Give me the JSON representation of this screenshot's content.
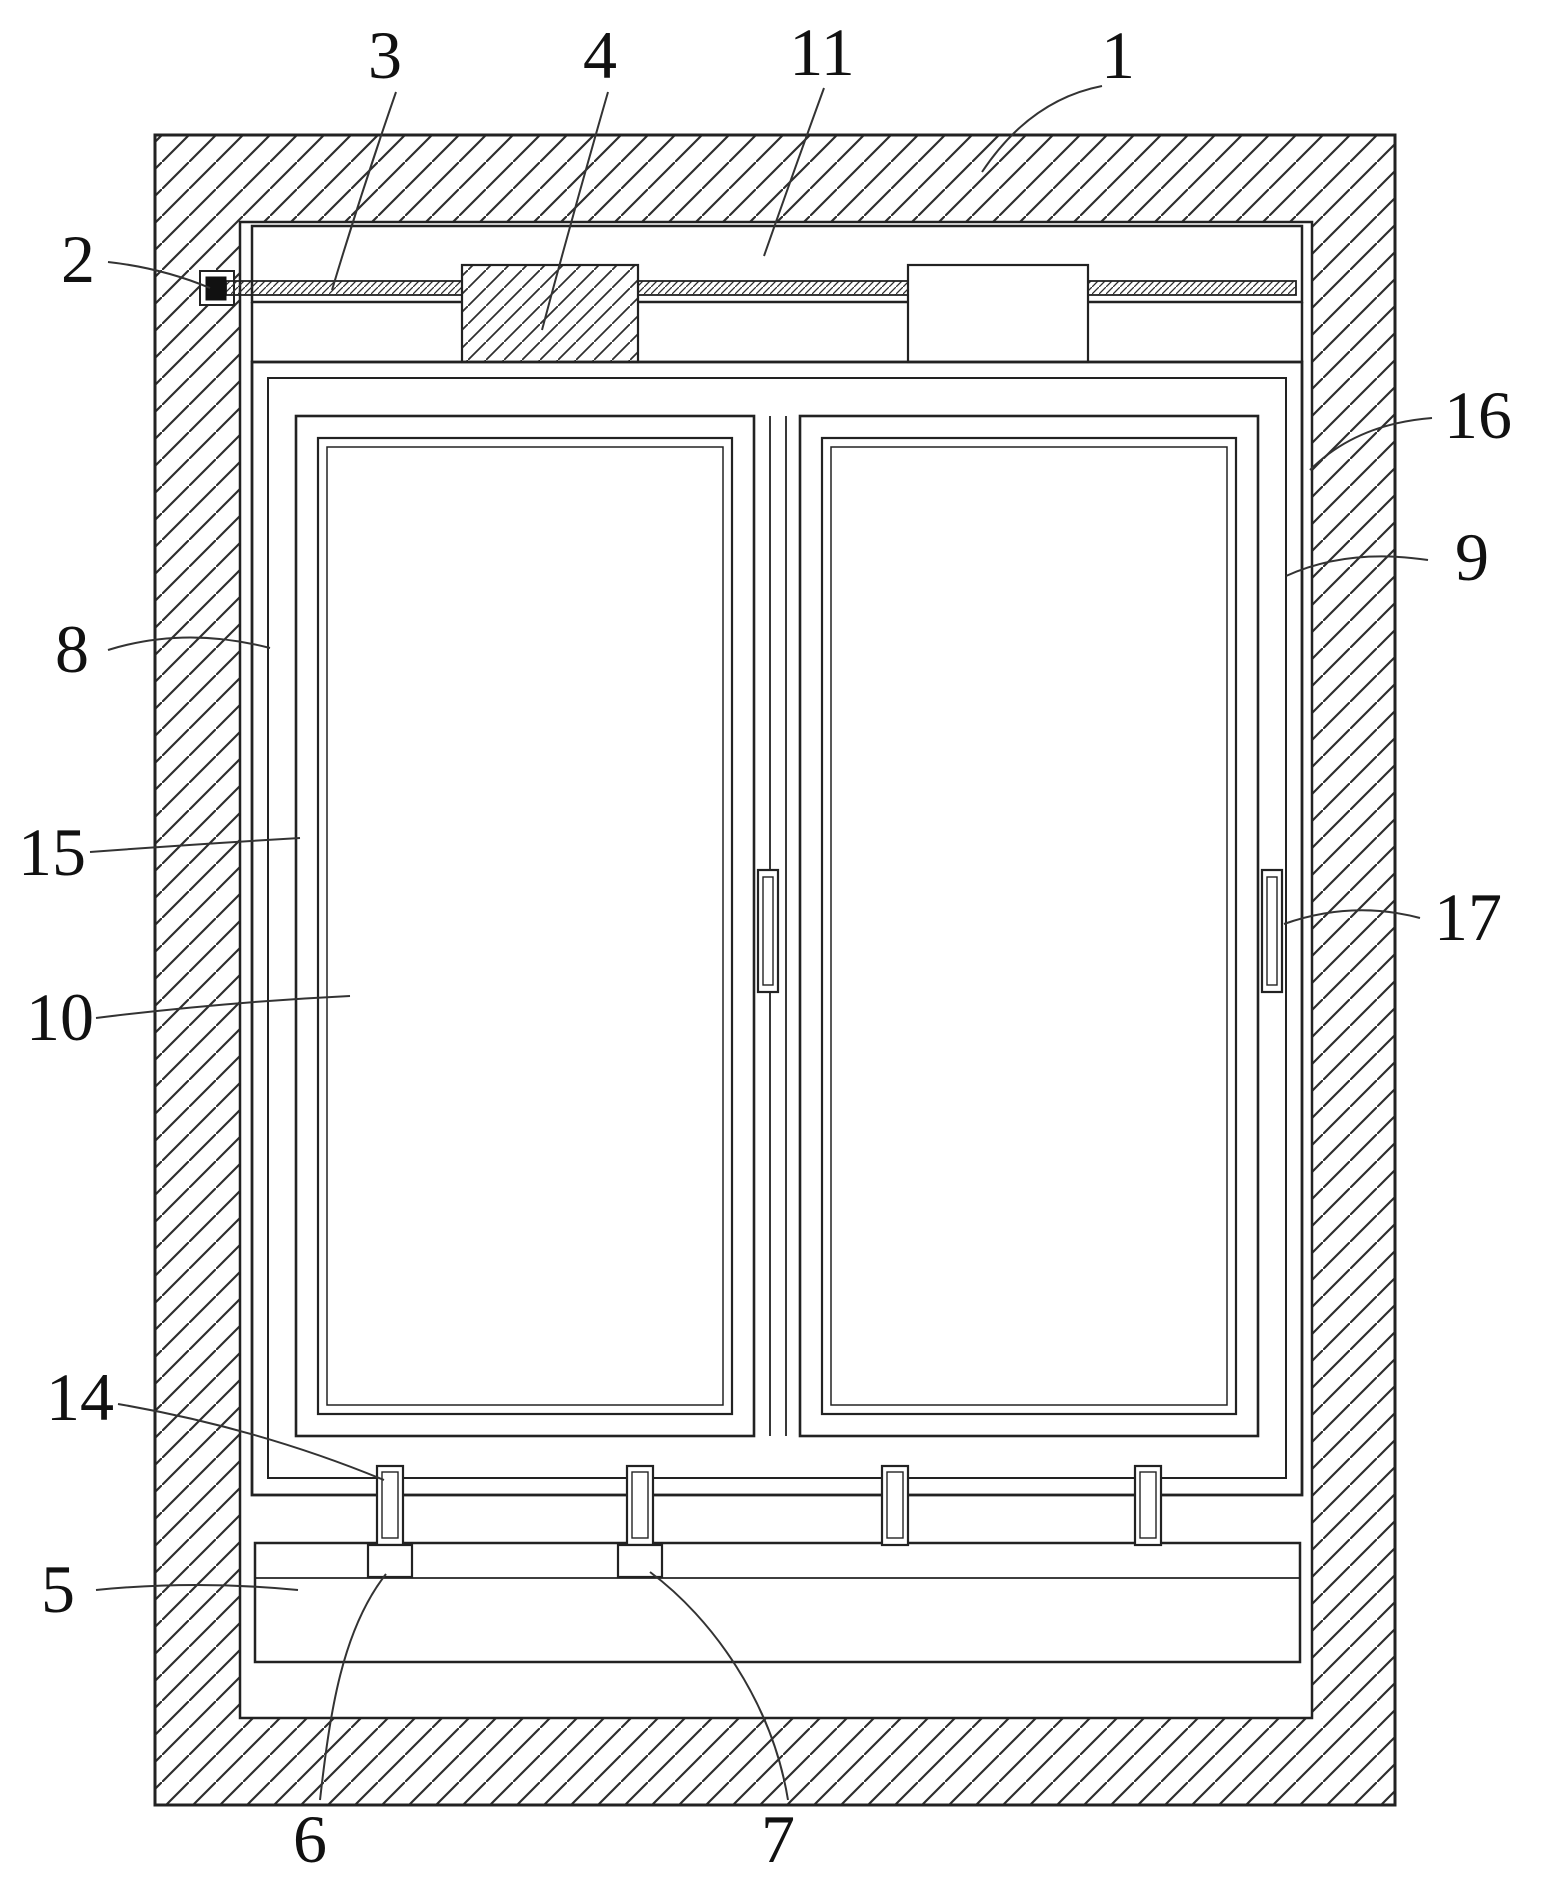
{
  "figure": {
    "kind": "patent technical drawing",
    "subject": "sliding window assembly, front elevation",
    "colors": {
      "background": "#ffffff",
      "line": "#222222",
      "hatch": "#2e2e2e",
      "label": "#111111"
    }
  },
  "labels": {
    "n1": "1",
    "n2": "2",
    "n3": "3",
    "n4": "4",
    "n5": "5",
    "n6": "6",
    "n7": "7",
    "n8": "8",
    "n9": "9",
    "n10": "10",
    "n11": "11",
    "n14": "14",
    "n15": "15",
    "n16": "16",
    "n17": "17"
  }
}
